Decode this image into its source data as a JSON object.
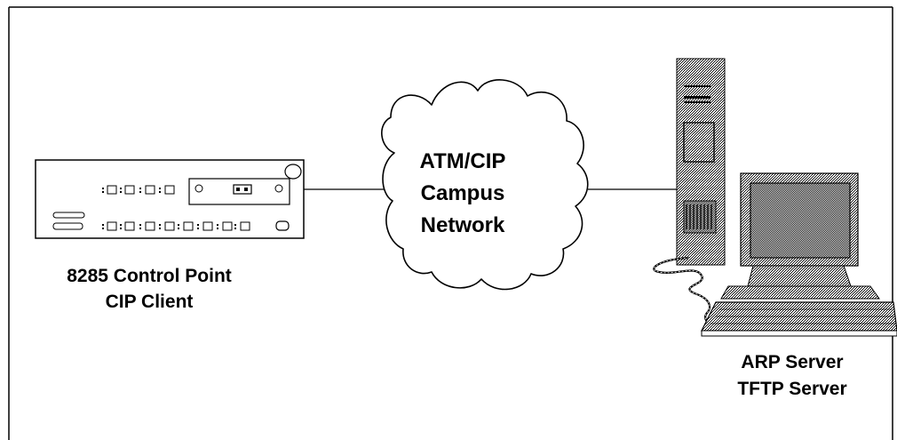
{
  "client": {
    "device": "8285 Control Point",
    "role": "CIP Client"
  },
  "network": {
    "line1": "ATM/CIP",
    "line2": "Campus",
    "line3": "Network"
  },
  "server": {
    "role1": "ARP Server",
    "role2": "TFTP Server"
  },
  "colors": {
    "ink": "#000000",
    "background": "#ffffff",
    "dither_dark": "#8a8a8a",
    "dither_light": "#c4c4c4"
  },
  "icons": {
    "client_device": "8285-switch-chassis-icon",
    "network": "cloud-icon",
    "server": "pc-server-icon"
  }
}
